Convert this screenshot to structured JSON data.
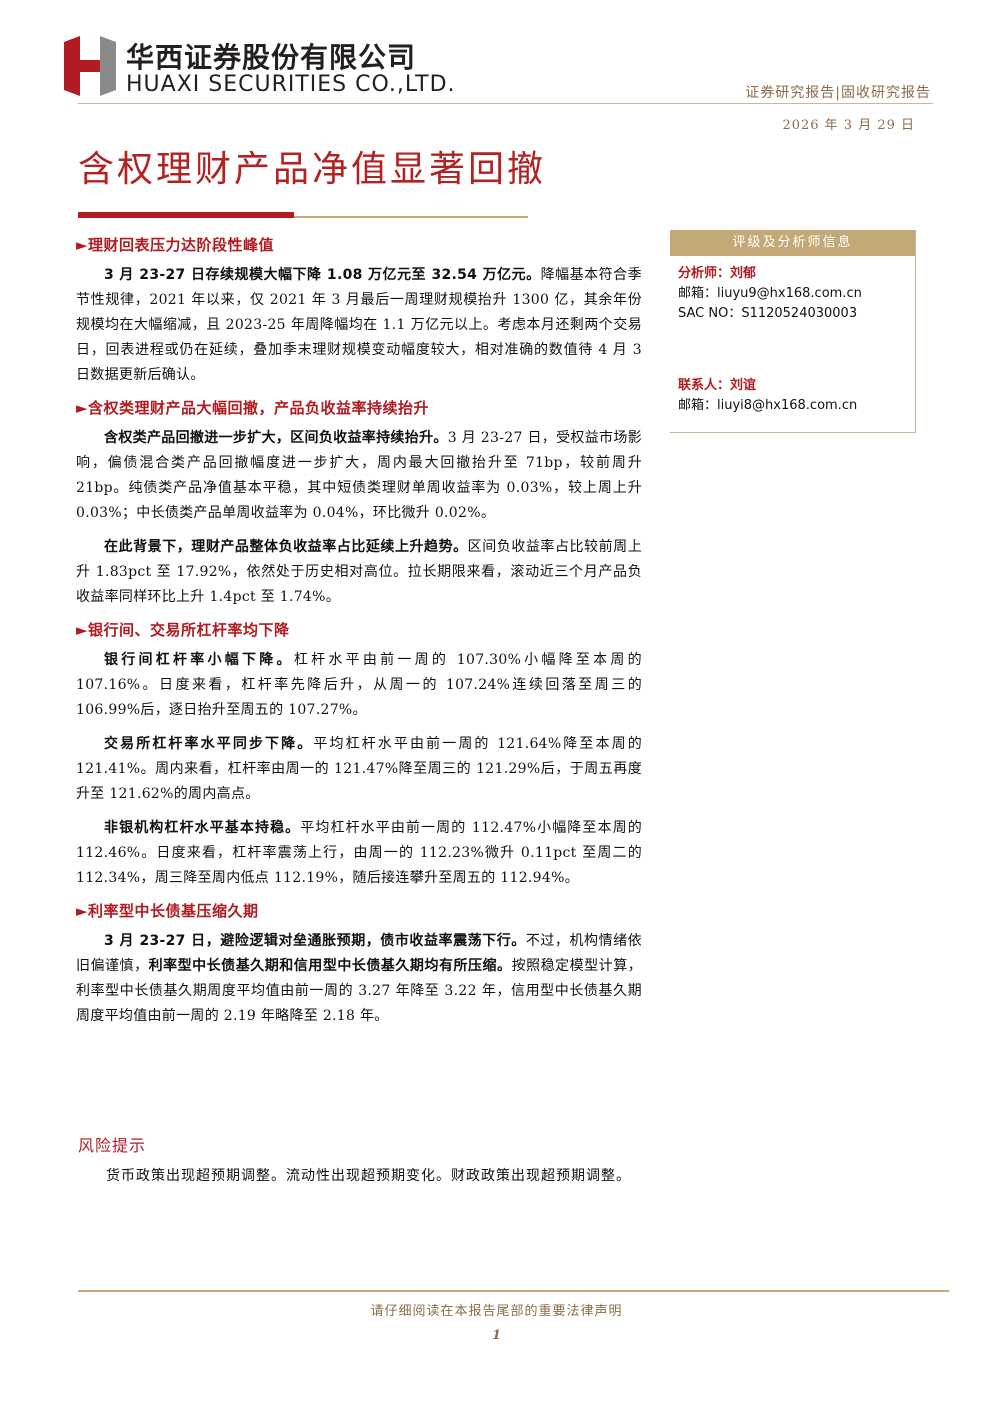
{
  "header": {
    "company_cn": "华西证券股份有限公司",
    "company_en": "HUAXI SECURITIES CO.,LTD.",
    "report_type": "证券研究报告|固收研究报告",
    "date": "2026 年 3 月 29 日",
    "brand_color": "#b01c22"
  },
  "title": "含权理财产品净值显著回撤",
  "sidebar": {
    "heading": "评级及分析师信息",
    "analyst_label": "分析师：刘郁",
    "analyst_email": "邮箱：liuyu9@hx168.com.cn",
    "sac_no": "SAC NO：S1120524030003",
    "contact_label": "联系人：刘谊",
    "contact_email": "邮箱：liuyi8@hx168.com.cn"
  },
  "sections": [
    {
      "heading": "►理财回表压力达阶段性峰值",
      "paras": [
        {
          "bold": "3 月 23-27 日存续规模大幅下降 1.08 万亿元至 32.54 万亿元。",
          "text": "降幅基本符合季节性规律，2021 年以来，仅 2021 年 3 月最后一周理财规模抬升 1300 亿，其余年份规模均在大幅缩减，且 2023-25 年周降幅均在 1.1 万亿元以上。考虑本月还剩两个交易日，回表进程或仍在延续，叠加季末理财规模变动幅度较大，相对准确的数值待 4 月 3 日数据更新后确认。"
        }
      ]
    },
    {
      "heading": "►含权类理财产品大幅回撤，产品负收益率持续抬升",
      "paras": [
        {
          "bold": "含权类产品回撤进一步扩大，区间负收益率持续抬升。",
          "text": "3 月 23-27 日，受权益市场影响，偏债混合类产品回撤幅度进一步扩大，周内最大回撤抬升至 71bp，较前周升 21bp。纯债类产品净值基本平稳，其中短债类理财单周收益率为 0.03%，较上周上升 0.03%；中长债类产品单周收益率为 0.04%，环比微升 0.02%。"
        },
        {
          "bold": "在此背景下，理财产品整体负收益率占比延续上升趋势。",
          "text": "区间负收益率占比较前周上升 1.83pct 至 17.92%，依然处于历史相对高位。拉长期限来看，滚动近三个月产品负收益率同样环比上升 1.4pct 至 1.74%。"
        }
      ]
    },
    {
      "heading": "►银行间、交易所杠杆率均下降",
      "paras": [
        {
          "bold": "银行间杠杆率小幅下降。",
          "text": "杠杆水平由前一周的 107.30%小幅降至本周的 107.16%。日度来看，杠杆率先降后升，从周一的 107.24%连续回落至周三的 106.99%后，逐日抬升至周五的 107.27%。"
        },
        {
          "bold": "交易所杠杆率水平同步下降。",
          "text": "平均杠杆水平由前一周的 121.64%降至本周的 121.41%。周内来看，杠杆率由周一的 121.47%降至周三的 121.29%后，于周五再度升至 121.62%的周内高点。"
        },
        {
          "bold": "非银机构杠杆水平基本持稳。",
          "text": "平均杠杆水平由前一周的 112.47%小幅降至本周的 112.46%。日度来看，杠杆率震荡上行，由周一的 112.23%微升 0.11pct 至周二的 112.34%，周三降至周内低点 112.19%，随后接连攀升至周五的 112.94%。"
        }
      ]
    },
    {
      "heading": "►利率型中长债基压缩久期",
      "paras": [
        {
          "bold": "3 月 23-27 日，避险逻辑对垒通胀预期，债市收益率震荡下行。",
          "text": "不过，机构情绪依旧偏谨慎，",
          "bold2": "利率型中长债基久期和信用型中长债基久期均有所压缩。",
          "text2": "按照稳定模型计算，利率型中长债基久期周度平均值由前一周的 3.27 年降至 3.22 年，信用型中长债基久期周度平均值由前一周的 2.19 年略降至 2.18 年。"
        }
      ]
    }
  ],
  "risk": {
    "title": "风险提示",
    "text": "货币政策出现超预期调整。流动性出现超预期变化。财政政策出现超预期调整。"
  },
  "footer": {
    "disclaimer": "请仔细阅读在本报告尾部的重要法律声明",
    "page": "1"
  }
}
